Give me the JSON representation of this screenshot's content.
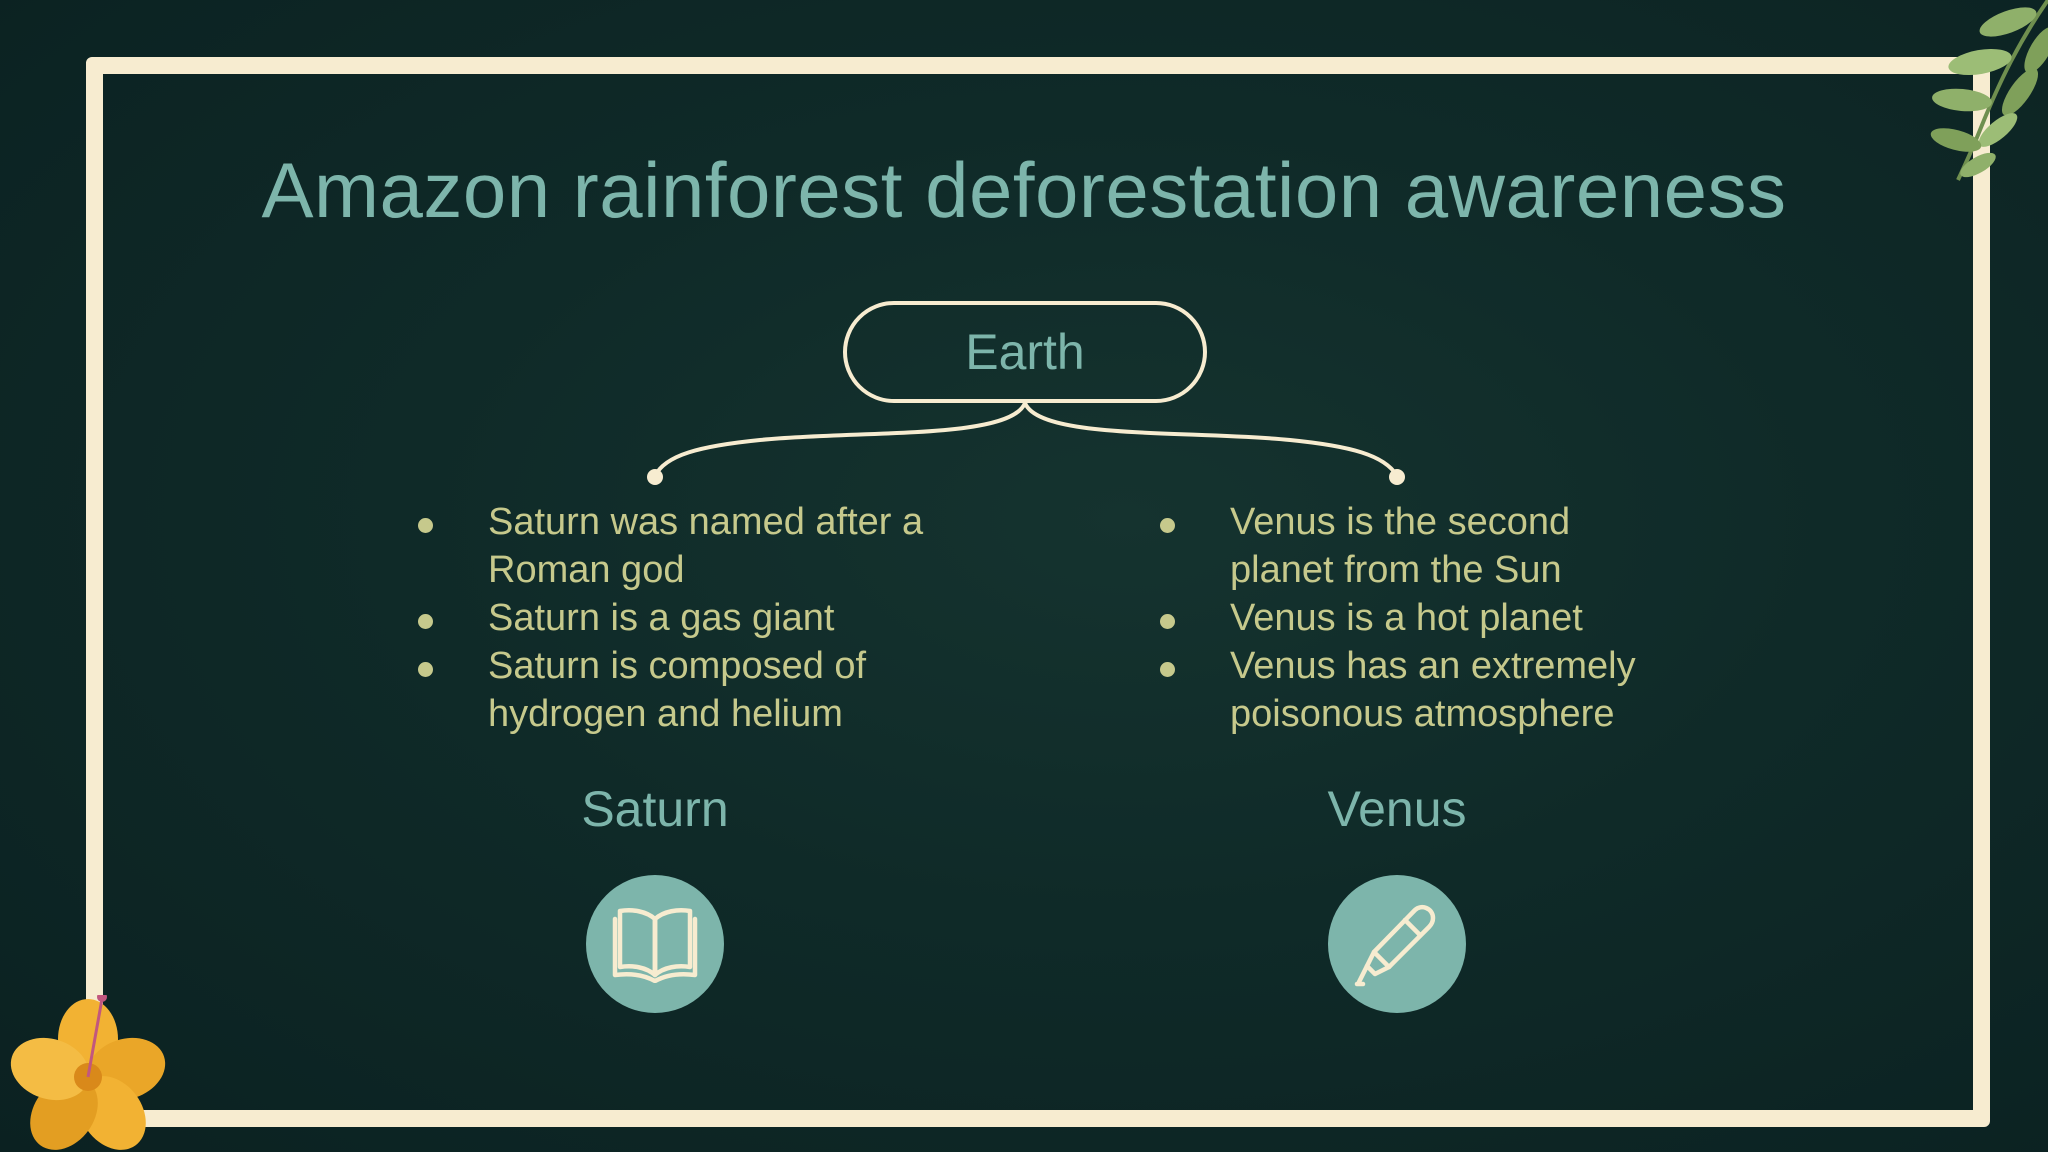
{
  "slide": {
    "title": "Amazon rainforest deforestation awareness",
    "root": {
      "label": "Earth"
    },
    "left_branch": {
      "label": "Saturn",
      "icon": "book-icon",
      "bullets": [
        "Saturn was named after a Roman god",
        "Saturn is a gas giant",
        "Saturn is composed of hydrogen and helium"
      ]
    },
    "right_branch": {
      "label": "Venus",
      "icon": "pen-icon",
      "bullets": [
        "Venus is the second planet from the Sun",
        "Venus is a hot planet",
        "Venus has an extremely poisonous atmosphere"
      ]
    }
  },
  "colors": {
    "background": "#0f2a28",
    "frame": "#f7ecd0",
    "accent_teal": "#7db5ab",
    "bullet_text": "#c6c98c",
    "flower": "#f2b233",
    "leaves": "#8fb06a"
  }
}
